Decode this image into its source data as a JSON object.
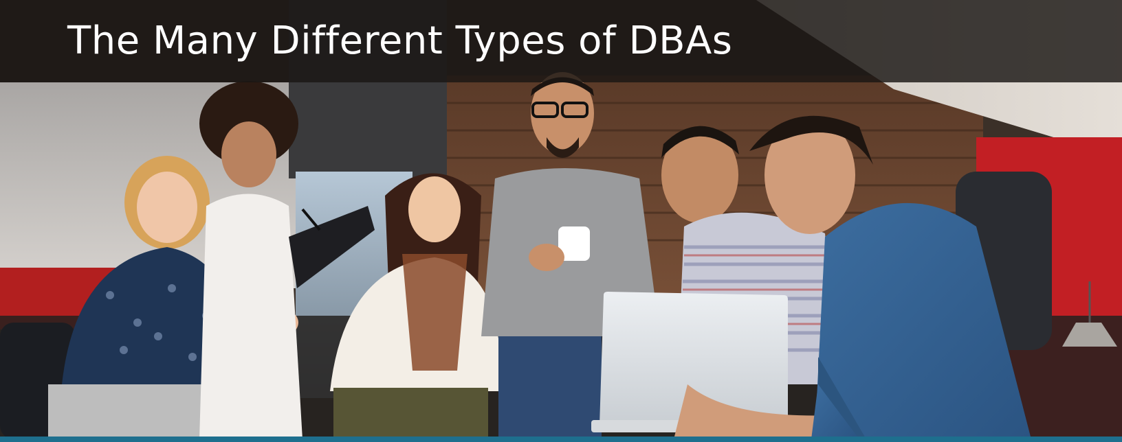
{
  "banner": {
    "title": "The Many Different Types of DBAs",
    "accent_bar_color": "#1e6f8e",
    "title_band_color": "#1a1614"
  },
  "photo": {
    "people": [
      {
        "name": "person-curly-blonde-woman",
        "shirt_color": "#1f3555"
      },
      {
        "name": "person-curly-haired-woman-with-clipboard",
        "shirt_color": "#f2efec"
      },
      {
        "name": "person-long-haired-woman",
        "shirt_color": "#f3eee6"
      },
      {
        "name": "person-man-with-glasses-holding-mug",
        "shirt_color": "#9a9b9d"
      },
      {
        "name": "person-man-in-striped-shirt",
        "shirt_color": "#c8c9d6"
      },
      {
        "name": "person-man-in-denim-shirt-with-laptop",
        "shirt_color": "#3d6a98"
      }
    ]
  }
}
